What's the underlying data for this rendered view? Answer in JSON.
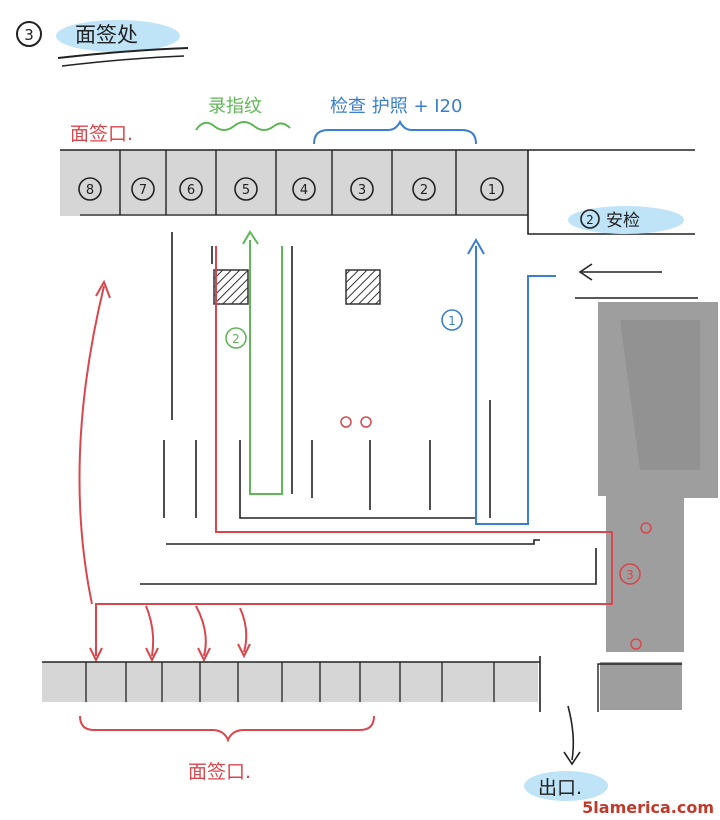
{
  "header": {
    "section_number": "3",
    "title": "面签处"
  },
  "labels": {
    "interview_window_top": "面签口.",
    "fingerprint": "录指纹",
    "check_passport": "检查 护照 + I20",
    "security_number": "2",
    "security": "安检",
    "interview_window_bottom": "面签口.",
    "exit": "出口."
  },
  "windows_top": [
    "8",
    "7",
    "6",
    "5",
    "4",
    "3",
    "2",
    "1"
  ],
  "route_markers": {
    "blue": "1",
    "green": "2",
    "red": "3"
  },
  "watermark": "5lamerica.com",
  "colors": {
    "red": "#d8474e",
    "green": "#5fb657",
    "blue": "#3a7fcf",
    "highlight": "#bfe3f7",
    "counter": "#d6d6d6",
    "wall": "#9e9e9e",
    "ink": "#222222"
  }
}
